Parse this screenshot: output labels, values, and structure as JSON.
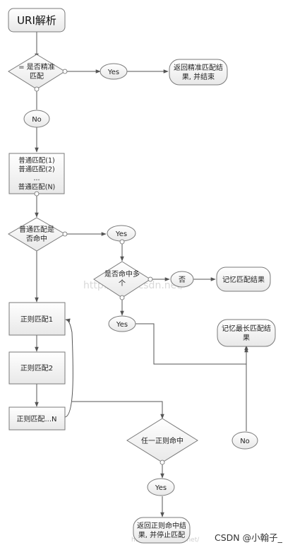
{
  "title": "URI解析",
  "nodes": {
    "exact_check": "= 是否精准|匹配",
    "yes_exact": "Yes",
    "exact_return": "返回精准匹配结|果, 并结束",
    "no_exact": "No",
    "prefix_list": "普通匹配(1)|普通匹配(2)|...|普通匹配(N)",
    "prefix_check": "普通匹配是|否命中",
    "yes_prefix": "Yes",
    "multi_check": "是否命中多|个",
    "no_multi": "否",
    "remember_result": "记忆匹配结果",
    "yes_multi": "Yes",
    "remember_longest": "记忆最长匹配结|果",
    "regex1": "正则匹配1",
    "regex2": "正则匹配2",
    "regexN": "正则匹配...N",
    "no_longest": "No",
    "any_regex": "任一正则命中",
    "yes_regex": "Yes",
    "regex_return": "返回正则命中结|果, 并停止匹配"
  },
  "watermark": "http://blog.csdn.net/",
  "watermark2": "https://blog.csdn.net/",
  "credit": "CSDN @小翰子_"
}
